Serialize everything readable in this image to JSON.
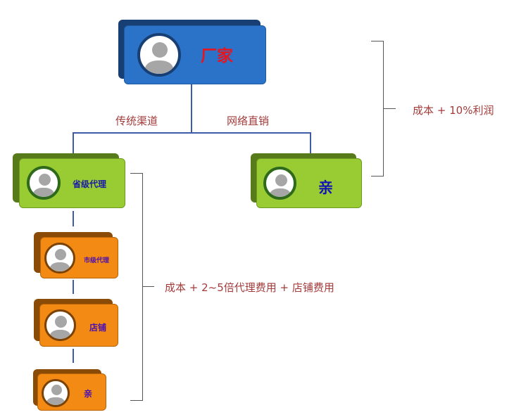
{
  "nodes": {
    "manufacturer": {
      "label": "厂家",
      "label_color": "#e8141e",
      "fill": "#2a73c8"
    },
    "province_agent": {
      "label": "省级代理",
      "label_color": "#1a1aa6",
      "fill": "#99cc33"
    },
    "direct_customer": {
      "label": "亲",
      "label_color": "#1212b8",
      "fill": "#99cc33"
    },
    "city_agent": {
      "label": "市级代理",
      "label_color": "#4b0fb0",
      "fill": "#f28a14"
    },
    "store": {
      "label": "店铺",
      "label_color": "#4b0fb0",
      "fill": "#f28a14"
    },
    "traditional_customer": {
      "label": "亲",
      "label_color": "#4b0fb0",
      "fill": "#f28a14"
    }
  },
  "edges": {
    "traditional_channel": "传统渠道",
    "online_direct": "网络直销"
  },
  "annotations": {
    "direct_pricing": "成本 + 10%利润",
    "traditional_pricing": "成本 + 2~5倍代理费用 + 店铺费用"
  },
  "colors": {
    "connector": "#3e5ba8",
    "bracket": "#555555",
    "annotation_text": "#a33b3b"
  }
}
